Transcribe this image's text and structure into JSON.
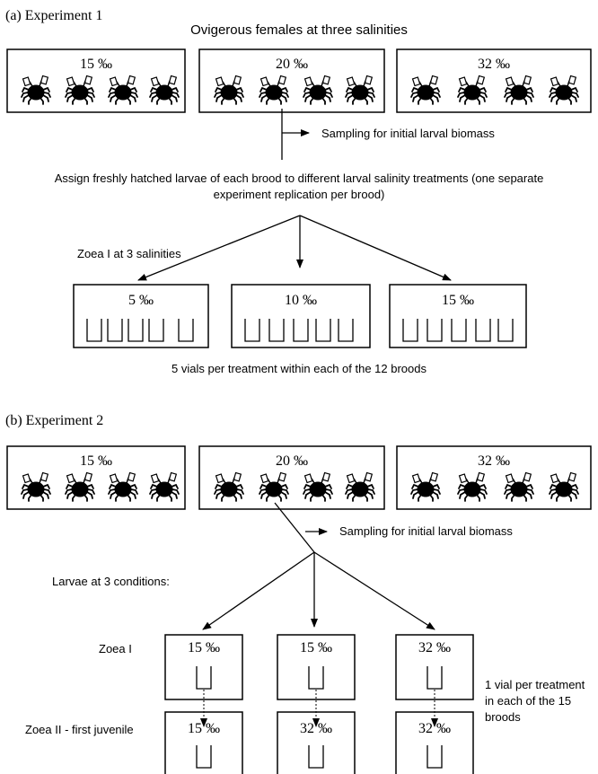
{
  "exp1": {
    "label": "(a)   Experiment 1",
    "title": "Ovigerous females at three salinities",
    "female_salinities": [
      "15 ‰",
      "20 ‰",
      "32 ‰"
    ],
    "sampling": "Sampling for initial larval biomass",
    "assign_line1": "Assign freshly hatched larvae of each brood to different larval salinity treatments (one separate",
    "assign_line2": "experiment replication per brood)",
    "zoea_label": "Zoea I at 3 salinities",
    "larval_salinities": [
      "5 ‰",
      "10 ‰",
      "15 ‰"
    ],
    "vials_note": "5 vials per treatment within each of the 12 broods"
  },
  "exp2": {
    "label": "(b)   Experiment 2",
    "female_salinities": [
      "15 ‰",
      "20 ‰",
      "32 ‰"
    ],
    "sampling": "Sampling for initial larval biomass",
    "conditions_label": "Larvae at 3 conditions:",
    "zoea1_label": "Zoea I",
    "zoea2_label": "Zoea II - first juvenile",
    "zoea1_salinities": [
      "15 ‰",
      "15 ‰",
      "32 ‰"
    ],
    "zoea2_salinities": [
      "15 ‰",
      "32 ‰",
      "32 ‰"
    ],
    "vial_note_1": "1 vial per treatment",
    "vial_note_2": "in each of the 15",
    "vial_note_3": "broods"
  }
}
